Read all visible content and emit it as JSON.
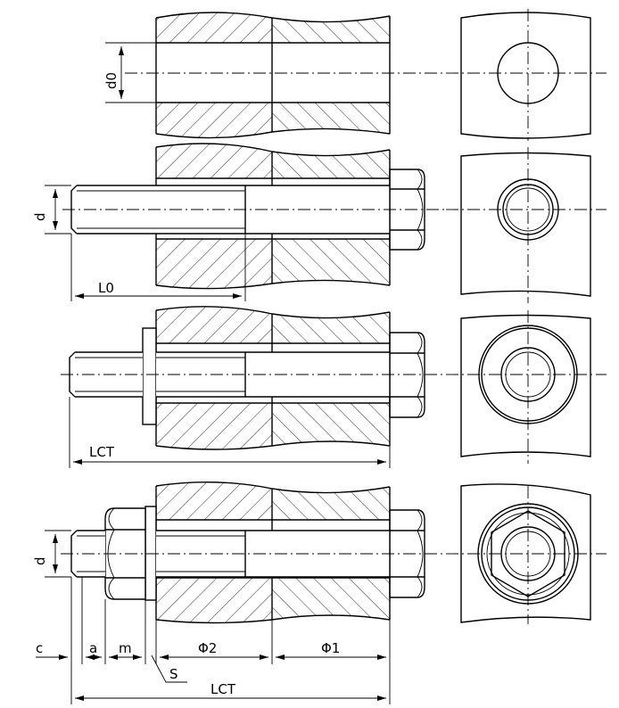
{
  "labels": {
    "d0": "d0",
    "d_view2": "d",
    "l0": "L0",
    "lst_view3": "LCT",
    "d_view4": "d",
    "c": "c",
    "a": "a",
    "m": "m",
    "phi2": "Φ2",
    "phi1": "Φ1",
    "s": "S",
    "lst_view4": "LCT"
  }
}
